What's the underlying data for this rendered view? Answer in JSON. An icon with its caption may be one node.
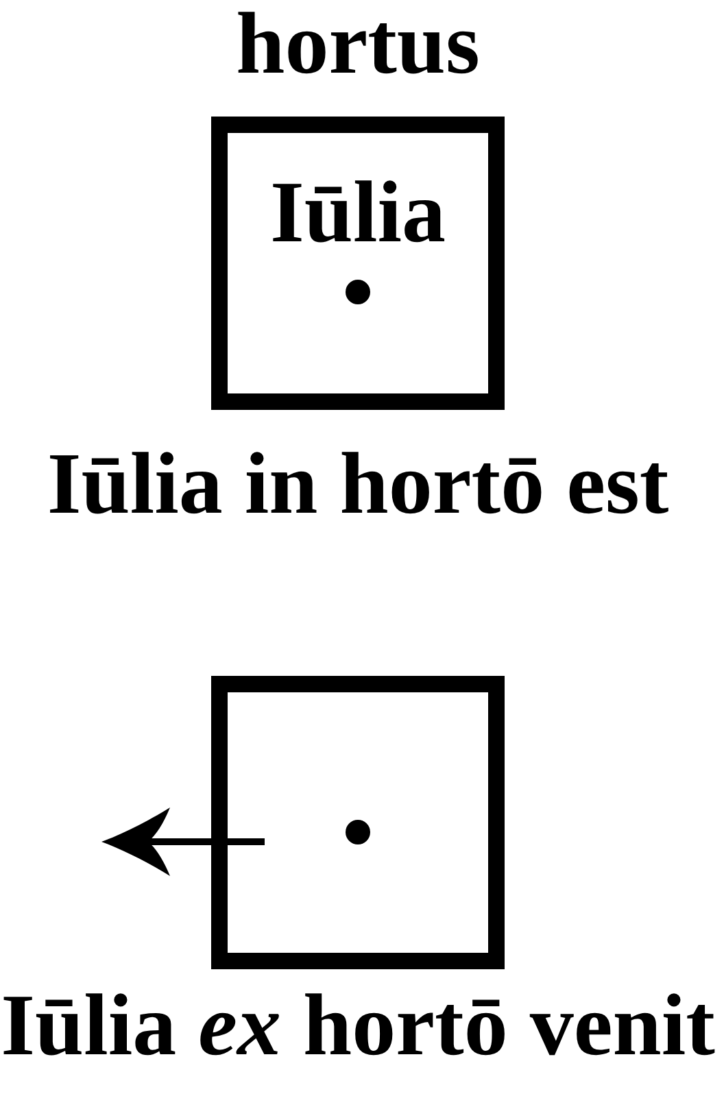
{
  "diagram": {
    "nodes": [
      {
        "text": [
          "hortus"
        ],
        "beside": [
          "Iūlia in hortō est"
        ]
      },
      {
        "text": [
          "Iūlia"
        ],
        "in": 0
      },
      {
        "text": [],
        "shape": "box",
        "beside": [
          "Iūlia *ex* hortō venit"
        ]
      }
    ]
  }
}
